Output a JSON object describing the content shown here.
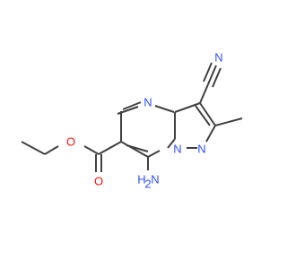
{
  "molecule": {
    "atoms": {
      "n_pyrimidine": {
        "label": "N",
        "color": "#3050F8"
      },
      "n_nitrile": {
        "label": "N",
        "color": "#3050F8"
      },
      "n_bridgehead": {
        "label": "N",
        "color": "#3050F8"
      },
      "n_pyrazole": {
        "label": "N",
        "color": "#3050F8"
      },
      "o_ether": {
        "label": "O",
        "color": "#FF0D0D"
      },
      "o_carbonyl": {
        "label": "O",
        "color": "#FF0D0D"
      },
      "amino_h": {
        "label": "H",
        "color": "#3050F8"
      },
      "amino_sub": {
        "label": "2",
        "color": "#3050F8"
      },
      "amino_n": {
        "label": "N",
        "color": "#3050F8"
      }
    },
    "colors": {
      "bond": "#404040",
      "nitrogen": "#3050F8",
      "oxygen": "#FF0D0D"
    }
  }
}
